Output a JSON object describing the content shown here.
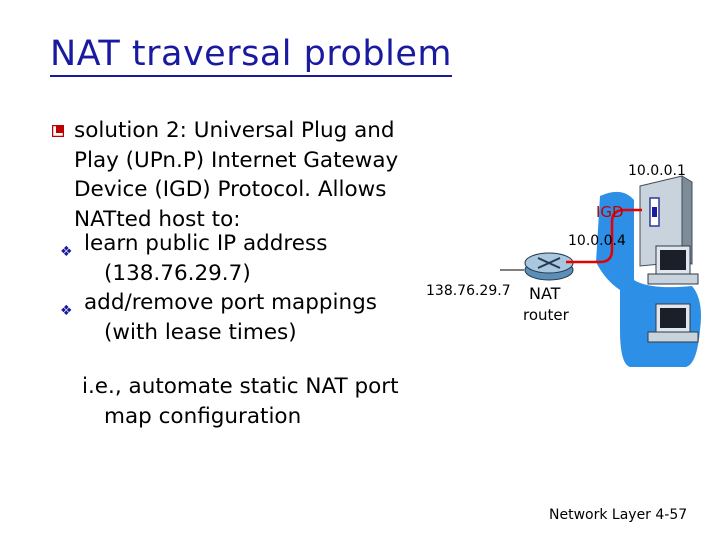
{
  "title": "NAT traversal problem",
  "bullet": {
    "lines": [
      "solution 2: Universal Plug and",
      "Play (UPn.P) Internet Gateway",
      "Device (IGD) Protocol.  Allows",
      "NATted host to:"
    ]
  },
  "subbullets": [
    {
      "lines": [
        "learn public IP address",
        "(138.76.29.7)"
      ]
    },
    {
      "lines": [
        "add/remove port mappings",
        "(with lease times)"
      ]
    }
  ],
  "after": {
    "lines": [
      "i.e., automate static NAT port",
      "map configuration"
    ]
  },
  "diagram": {
    "igd_ip": "10.0.0.1",
    "igd_label": "IGD",
    "router_inside_ip": "10.0.0.4",
    "public_ip": "138.76.29.7",
    "router_label_1": "NAT",
    "router_label_2": "router",
    "colors": {
      "lan": "#2e8fe6",
      "path": "#e60000",
      "router": "#5b8fb8",
      "text_red": "#c00000"
    }
  },
  "footer": "Network Layer  4-57"
}
